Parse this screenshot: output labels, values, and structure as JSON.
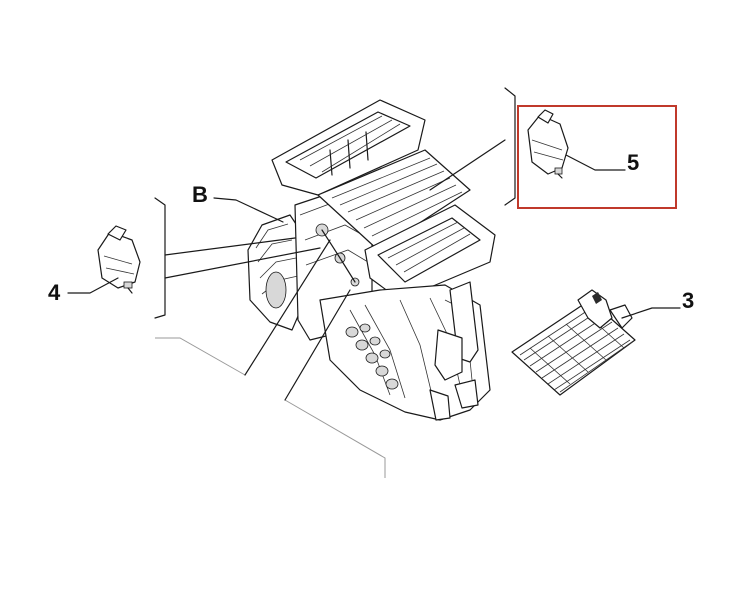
{
  "callouts": {
    "b": "B",
    "four": "4",
    "three": "3",
    "five": "5"
  },
  "colors": {
    "line": "#1a1a1a",
    "highlight": "#c0392b",
    "background": "#ffffff"
  },
  "highlighted_part": "5"
}
